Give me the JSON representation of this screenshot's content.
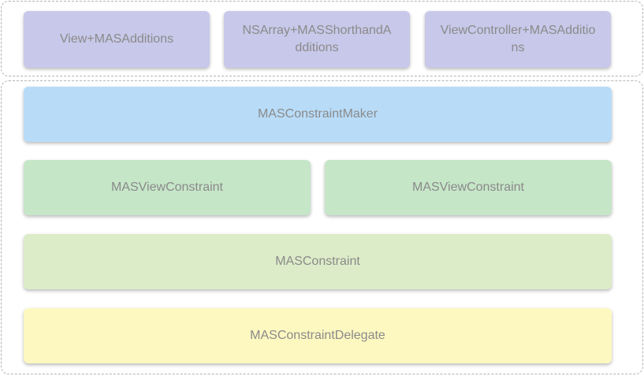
{
  "colors": {
    "additions": "#c8c8ea",
    "maker": "#b8dcf8",
    "view_constraint": "#c6e6c8",
    "constraint": "#dcecc8",
    "delegate": "#fcf8c0",
    "text": "#8a8a8a",
    "group_border": "#b3b3b3"
  },
  "top_group": {
    "boxes": [
      {
        "label": "View+MASAdditions"
      },
      {
        "label": "NSArray+MASShorthandAdditions"
      },
      {
        "label": "ViewController+MASAdditions"
      }
    ]
  },
  "bottom_group": {
    "maker": {
      "label": "MASConstraintMaker"
    },
    "view_constraints": [
      {
        "label": "MASViewConstraint"
      },
      {
        "label": "MASViewConstraint"
      }
    ],
    "constraint": {
      "label": "MASConstraint"
    },
    "delegate": {
      "label": "MASConstraintDelegate"
    }
  }
}
